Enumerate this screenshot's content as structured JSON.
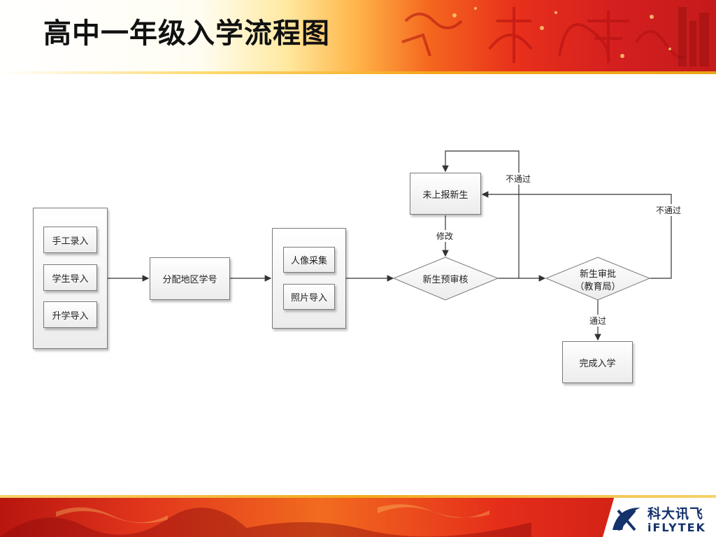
{
  "slide": {
    "title": "高中一年级入学流程图"
  },
  "diagram": {
    "nodes": {
      "manual_entry": "手工录入",
      "student_import": "学生导入",
      "promotion_import": "升学导入",
      "assign_region_id": "分配地区学号",
      "photo_capture": "人像采集",
      "photo_import": "照片导入",
      "not_reported": "未上报新生",
      "pre_review": "新生预审核",
      "approval_line1": "新生审批",
      "approval_line2": "（教育局）",
      "complete": "完成入学"
    },
    "edge_labels": {
      "modify": "修改",
      "reject_top": "不通过",
      "reject_right": "不通过",
      "pass": "通过"
    }
  },
  "footer": {
    "logo_cn": "科大讯飞",
    "logo_en": "iFLYTEK"
  },
  "colors": {
    "header_red": "#d41f1f",
    "header_gold": "#ffb347",
    "logo_blue": "#14326b",
    "line": "#333333"
  }
}
